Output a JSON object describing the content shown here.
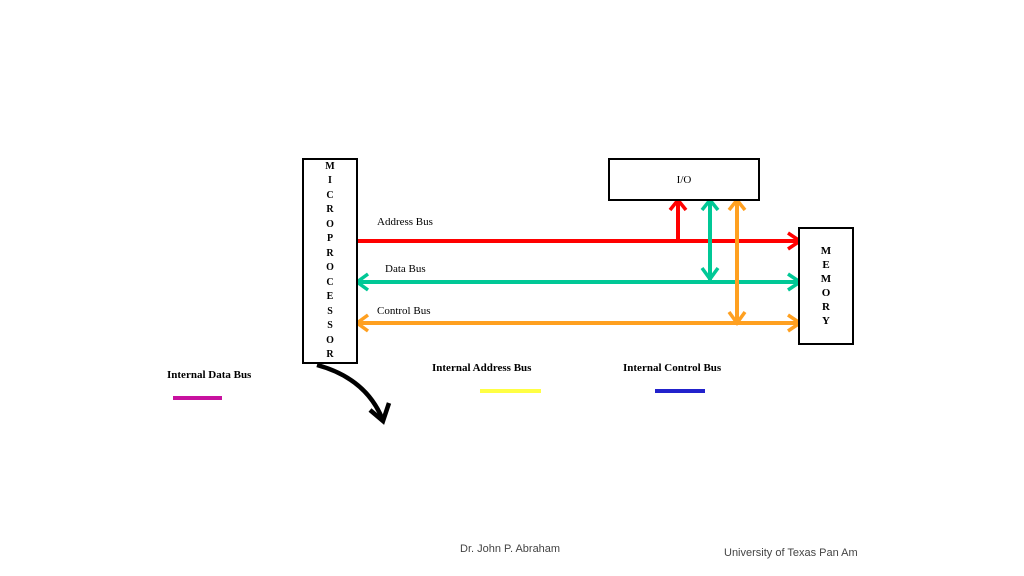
{
  "blocks": {
    "microprocessor": "MICROPROCESSOR",
    "memory": "MEMORY",
    "io": "I/O"
  },
  "buses": {
    "address": {
      "label": "Address Bus",
      "color": "#ff0000"
    },
    "data": {
      "label": "Data Bus",
      "color": "#00c896"
    },
    "control": {
      "label": "Control Bus",
      "color": "#ffa020"
    }
  },
  "legend": {
    "internal_data": {
      "label": "Internal Data Bus",
      "color": "#c8119f"
    },
    "internal_address": {
      "label": "Internal Address Bus",
      "color": "#ffff44"
    },
    "internal_control": {
      "label": "Internal Control Bus",
      "color": "#2222cc"
    }
  },
  "footer": {
    "author": "Dr. John P. Abraham",
    "institution": "University of Texas Pan Am"
  }
}
